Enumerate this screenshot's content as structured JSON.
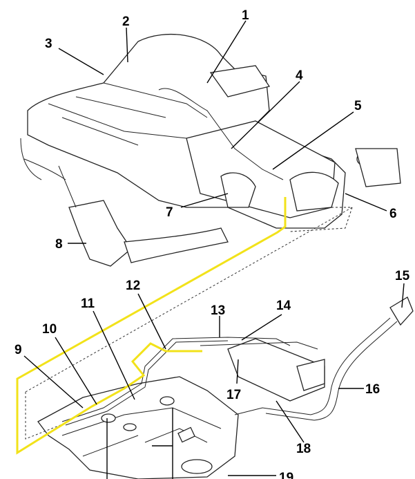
{
  "diagram": {
    "title": "Engine and fuel tank evaporative emission system component locations",
    "highlight_color": "#f2e21a",
    "labels": [
      "1",
      "2",
      "3",
      "4",
      "5",
      "6",
      "7",
      "8",
      "9",
      "10",
      "11",
      "12",
      "13",
      "14",
      "15",
      "16",
      "17",
      "18",
      "19"
    ]
  }
}
